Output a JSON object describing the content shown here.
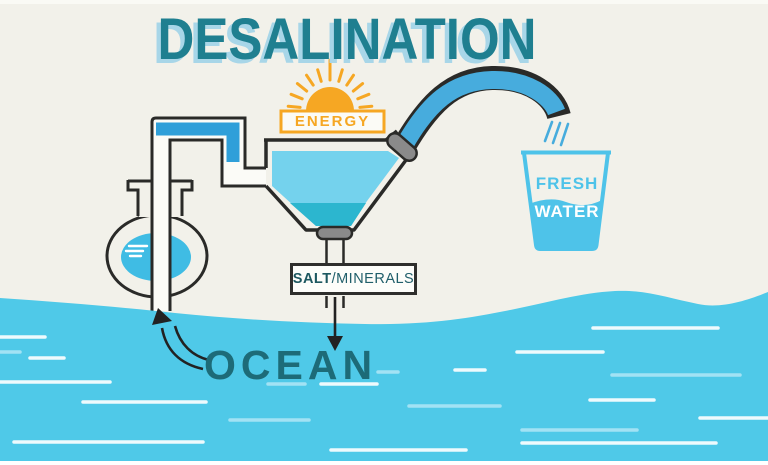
{
  "title": "DESALINATION",
  "labels": {
    "energy": "ENERGY",
    "fresh": "FRESH",
    "water": "WATER",
    "salt_bold": "SALT",
    "salt_rest": "/MINERALS",
    "ocean": "OCEAN"
  },
  "icons": {
    "sun": "half-sun-with-rays-icon",
    "flask": "distillation-flask-icon",
    "pipe": "condenser-pipe-icon",
    "funnel": "evaporation-vessel-icon",
    "spout": "faucet-spout-icon",
    "drips": "water-drips-icon",
    "glass": "fresh-water-glass-icon",
    "arrow_intake": "curved-intake-arrow-icon",
    "arrow_salt": "salt-down-arrow-icon",
    "ocean": "ocean-waves"
  },
  "colors": {
    "background": "#F2F1EA",
    "outline_dark": "#2A2A28",
    "title_teal": "#1F7F90",
    "title_shadow_blue": "#A8D6E8",
    "energy_orange": "#F6A723",
    "pipe_blue": "#2F9FD9",
    "flask_water_blue": "#3FBCE4",
    "funnel_water_light": "#74D2ED",
    "funnel_water_dark": "#2CB6CF",
    "spout_blue": "#47ACDD",
    "glass_blue": "#4EC3E9",
    "ocean_blue": "#4FC9E8",
    "label_teal": "#215F6B",
    "ocean_text_teal": "#1D6B78",
    "stopper_gray": "#8A8A8A"
  }
}
